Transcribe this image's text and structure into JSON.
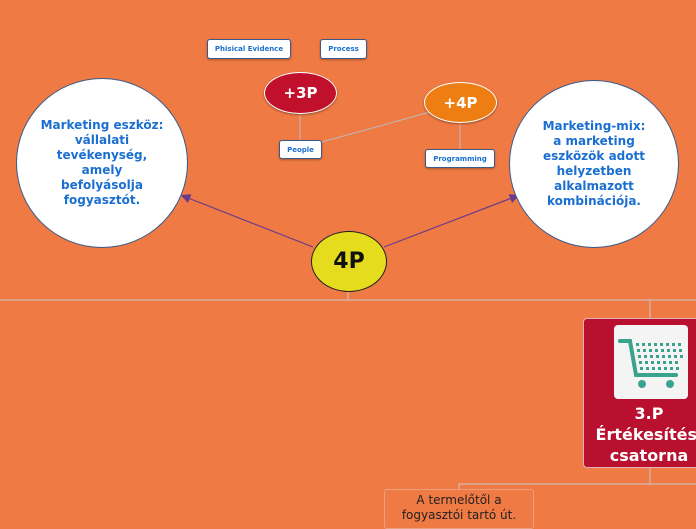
{
  "center": {
    "label": "4P"
  },
  "left_node": {
    "text": "Marketing eszköz: vállalati tevékenység, amely befolyásolja fogyasztót."
  },
  "right_node": {
    "text": "Marketing-mix: a marketing eszközök adott helyzetben alkalmazott kombinációja."
  },
  "plus3p": {
    "label": "+3P",
    "color": "#c0102c",
    "tags": [
      "Phisical Evidence",
      "Process",
      "People"
    ]
  },
  "plus4p": {
    "label": "+4P",
    "color": "#ee7d12",
    "tags": [
      "Programming"
    ]
  },
  "card": {
    "title_line1": "3.P",
    "title_line2": "Értékesítési",
    "title_line3": "csatorna",
    "icon": "shopping-cart-icon",
    "icon_color": "#3aa38c"
  },
  "note": {
    "line1": "A termelőtől a",
    "line2": "fogyasztói tartó út."
  },
  "colors": {
    "background": "#f07a43",
    "link": "#6a3a8c",
    "accent_text": "#1a6fd0"
  }
}
